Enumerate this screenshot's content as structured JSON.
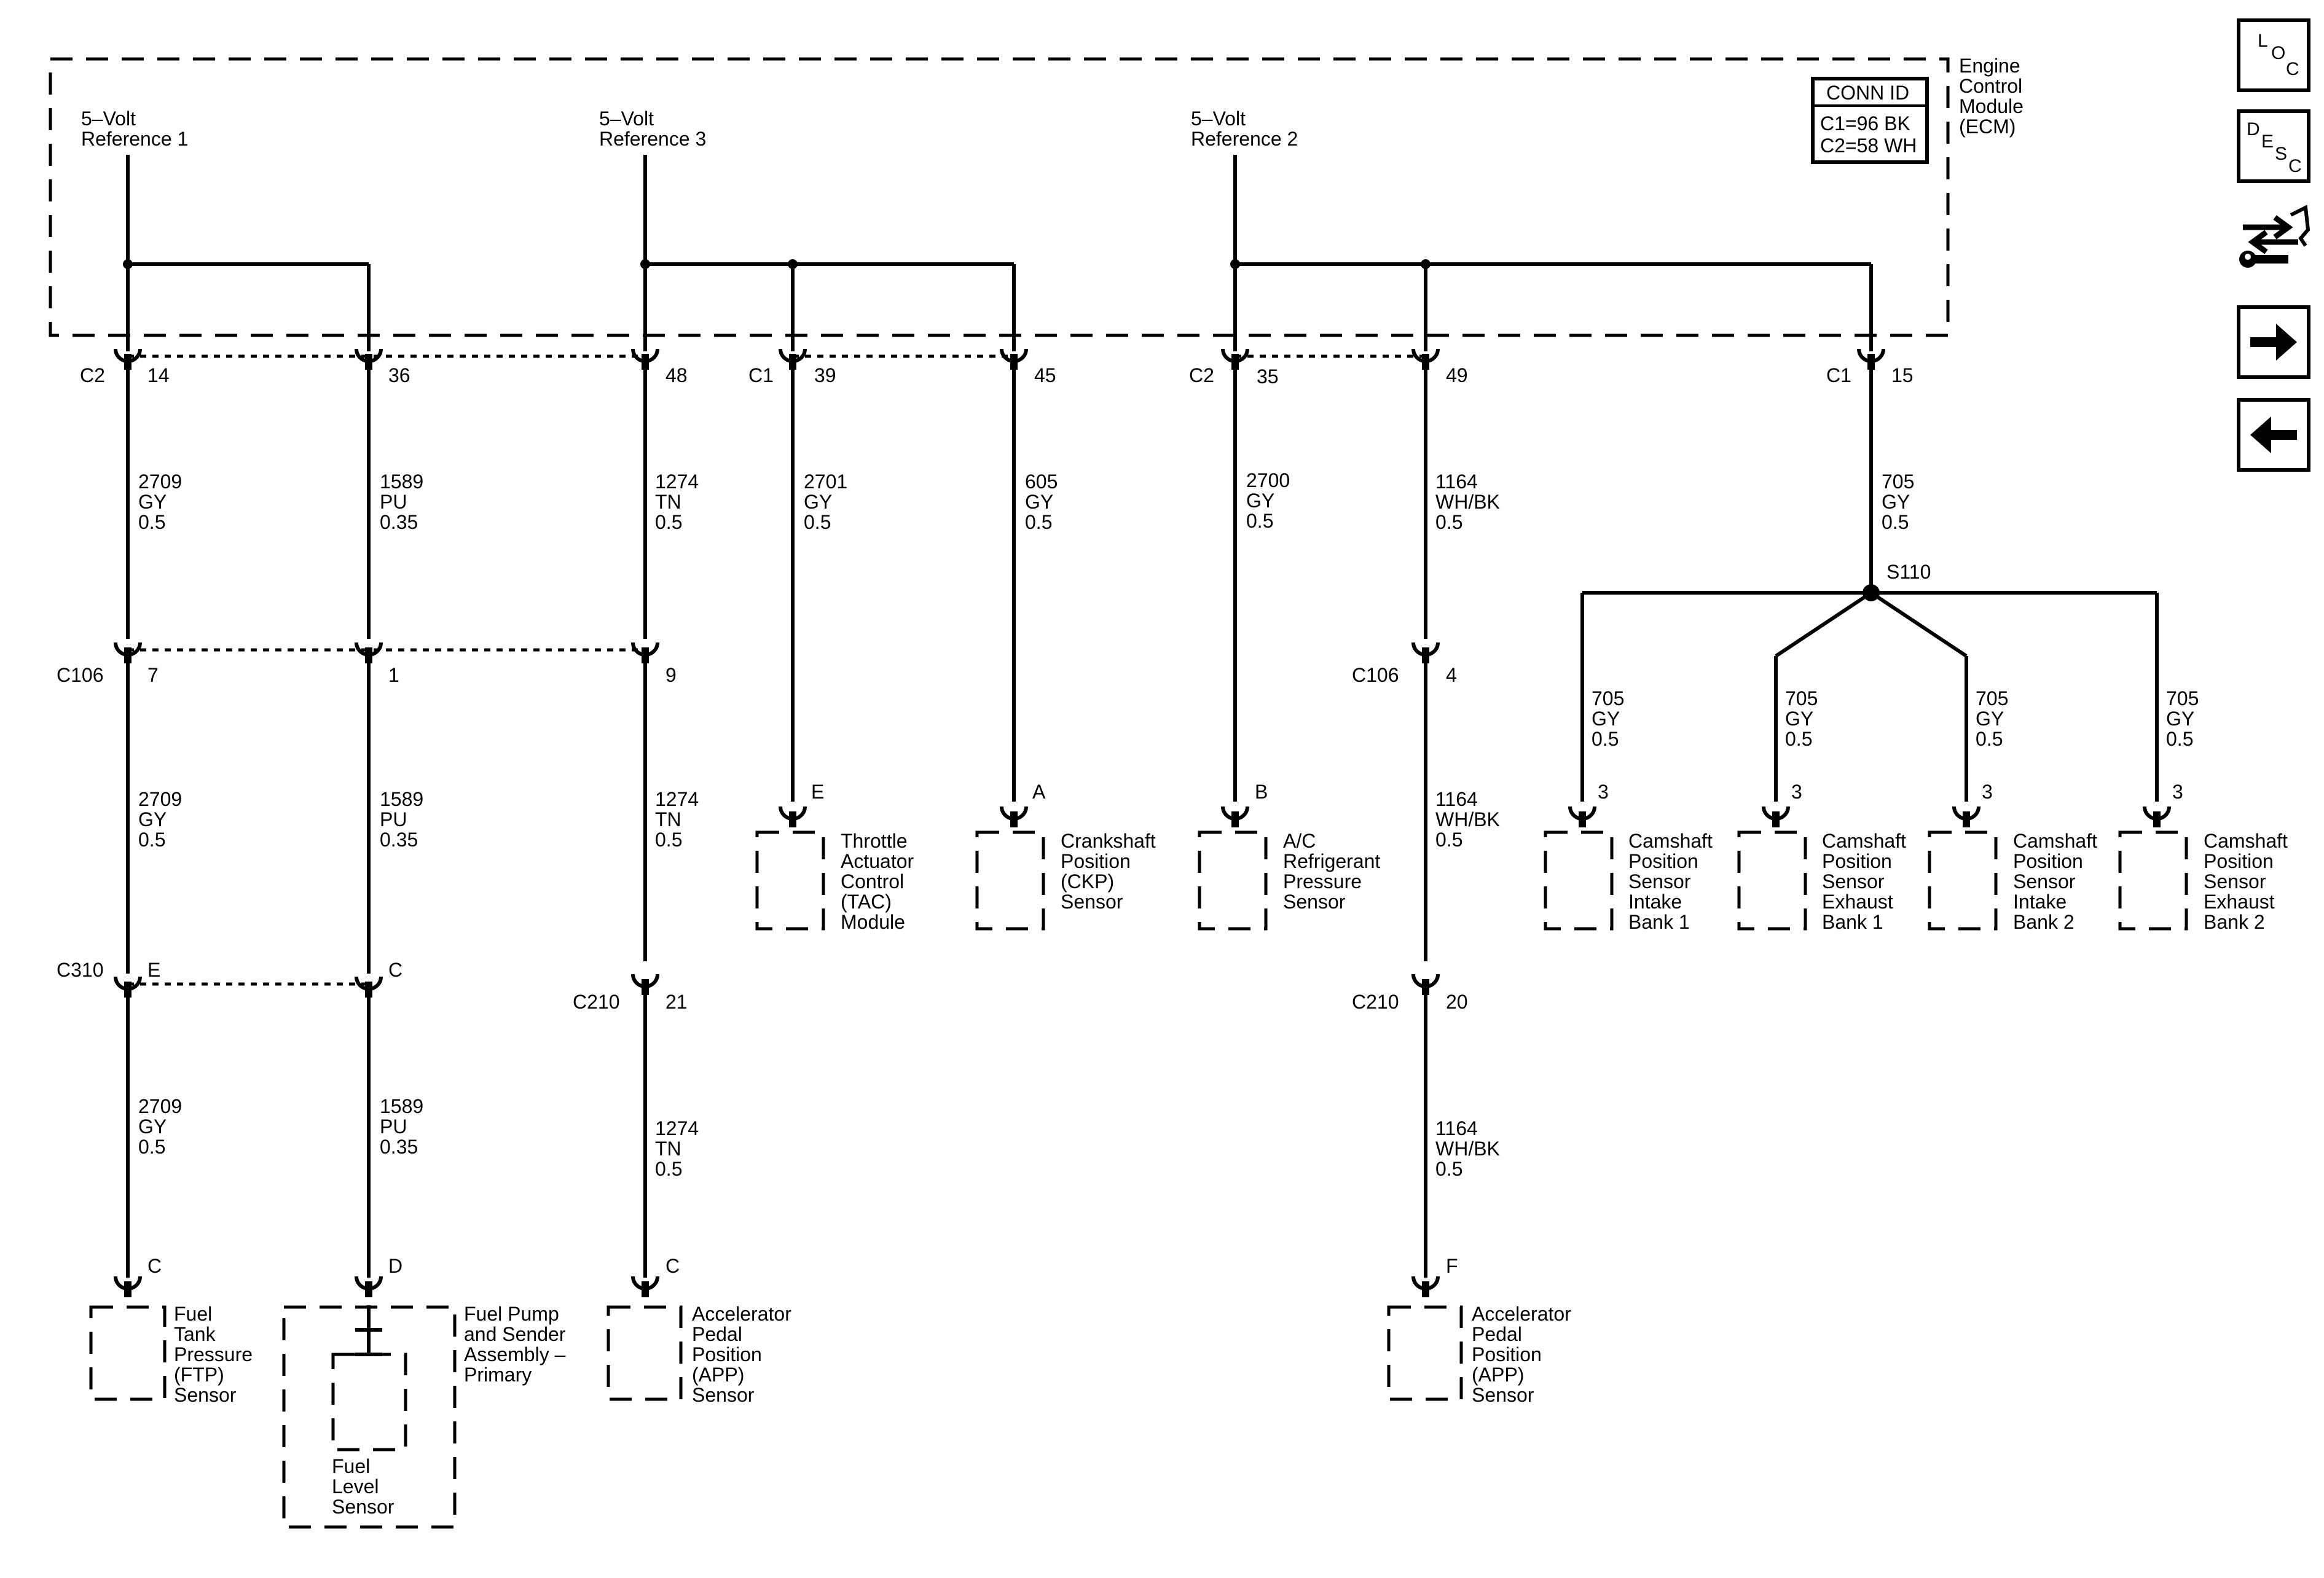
{
  "ecm": {
    "title_lines": [
      "Engine",
      "Control",
      "Module",
      "(ECM)"
    ],
    "conn_id": {
      "header": "CONN ID",
      "lines": [
        "C1=96 BK",
        "C2=58 WH"
      ]
    }
  },
  "references": [
    {
      "id": "ref1",
      "lines": [
        "5–Volt",
        "Reference 1"
      ]
    },
    {
      "id": "ref3",
      "lines": [
        "5–Volt",
        "Reference 3"
      ]
    },
    {
      "id": "ref2",
      "lines": [
        "5–Volt",
        "Reference 2"
      ]
    }
  ],
  "connectors": {
    "c2_left": "C2",
    "c1_mid": "C1",
    "c2_right": "C2",
    "c1_right": "C1",
    "c106_left": "C106",
    "c106_right": "C106",
    "c310": "C310",
    "c210_left": "C210",
    "c210_right": "C210",
    "splice": "S110"
  },
  "pins": {
    "p14": "14",
    "p36": "36",
    "p48": "48",
    "p39": "39",
    "p45": "45",
    "p35": "35",
    "p49": "49",
    "p15": "15",
    "c106_7": "7",
    "c106_1": "1",
    "c106_9": "9",
    "c106_4": "4",
    "c310_e": "E",
    "c310_c": "C",
    "c210_21": "21",
    "c210_20": "20",
    "tac_e": "E",
    "ckp_a": "A",
    "ac_b": "B",
    "cam1": "3",
    "cam2": "3",
    "cam3": "3",
    "cam4": "3",
    "ftp_c": "C",
    "fuel_d": "D",
    "app1_c": "C",
    "app2_f": "F"
  },
  "wires": {
    "w2709": [
      "2709",
      "GY",
      "0.5"
    ],
    "w1589": [
      "1589",
      "PU",
      "0.35"
    ],
    "w1274": [
      "1274",
      "TN",
      "0.5"
    ],
    "w2701": [
      "2701",
      "GY",
      "0.5"
    ],
    "w605": [
      "605",
      "GY",
      "0.5"
    ],
    "w2700": [
      "2700",
      "GY",
      "0.5"
    ],
    "w1164": [
      "1164",
      "WH/BK",
      "0.5"
    ],
    "w705": [
      "705",
      "GY",
      "0.5"
    ]
  },
  "components": {
    "tac": [
      "Throttle",
      "Actuator",
      "Control",
      "(TAC)",
      "Module"
    ],
    "ckp": [
      "Crankshaft",
      "Position",
      "(CKP)",
      "Sensor"
    ],
    "ac": [
      "A/C",
      "Refrigerant",
      "Pressure",
      "Sensor"
    ],
    "cam_i1": [
      "Camshaft",
      "Position",
      "Sensor",
      "Intake",
      "Bank 1"
    ],
    "cam_e1": [
      "Camshaft",
      "Position",
      "Sensor",
      "Exhaust",
      "Bank 1"
    ],
    "cam_i2": [
      "Camshaft",
      "Position",
      "Sensor",
      "Intake",
      "Bank 2"
    ],
    "cam_e2": [
      "Camshaft",
      "Position",
      "Sensor",
      "Exhaust",
      "Bank 2"
    ],
    "ftp": [
      "Fuel",
      "Tank",
      "Pressure",
      "(FTP)",
      "Sensor"
    ],
    "fuel_pump": [
      "Fuel Pump",
      "and Sender",
      "Assembly –",
      "Primary"
    ],
    "fuel_level": [
      "Fuel",
      "Level",
      "Sensor"
    ],
    "app1": [
      "Accelerator",
      "Pedal",
      "Position",
      "(APP)",
      "Sensor"
    ],
    "app2": [
      "Accelerator",
      "Pedal",
      "Position",
      "(APP)",
      "Sensor"
    ]
  },
  "nav": {
    "loc": [
      "L",
      "O",
      "C"
    ],
    "desc": [
      "D",
      "E",
      "S",
      "C"
    ],
    "icons": [
      "connector-wrench-icon",
      "arrow-right-icon",
      "arrow-left-icon"
    ]
  }
}
